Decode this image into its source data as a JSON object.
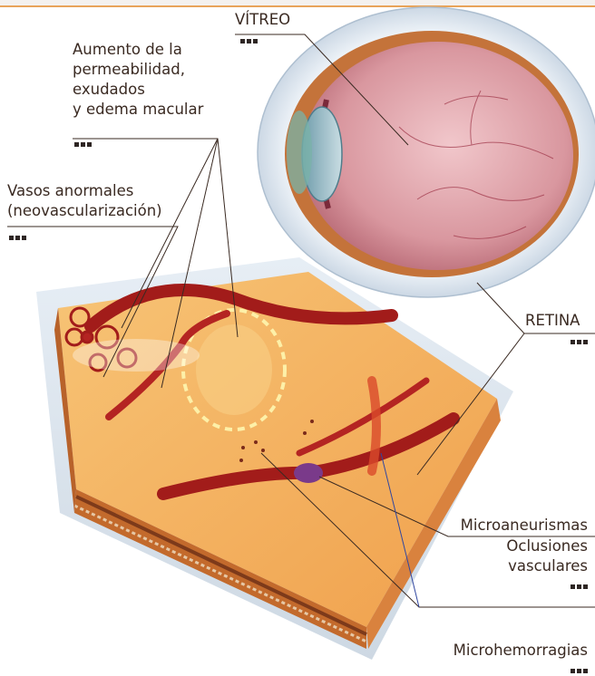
{
  "labels": {
    "vitreo": "VÍTREO",
    "permeabilidad": [
      "Aumento de la",
      "permeabilidad,",
      "exudados",
      "y edema macular"
    ],
    "vasos": [
      "Vasos anormales",
      "(neovascularización)"
    ],
    "retina": "RETINA",
    "microaneurismas": "Microaneurismas",
    "oclusiones": [
      "Oclusiones",
      "vasculares"
    ],
    "microhemorragias": "Microhemorragias"
  },
  "colors": {
    "accent": "#e8a45a",
    "leader": "#3a2a22",
    "leader_blue": "#3046a0",
    "tissue": "#f2a64e",
    "vessel": "#b3201f",
    "eyeball": "#d99aa4"
  }
}
